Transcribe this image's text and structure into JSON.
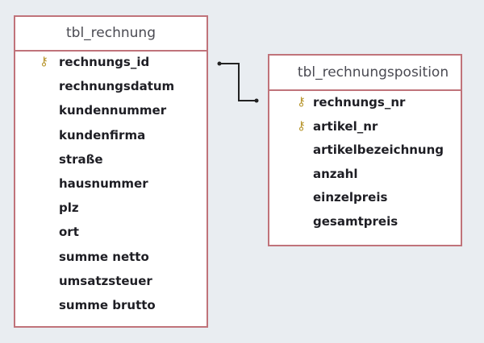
{
  "tables": [
    {
      "name": "tbl_rechnung",
      "fields": [
        {
          "name": "rechnungs_id",
          "key": true
        },
        {
          "name": "rechnungsdatum",
          "key": false
        },
        {
          "name": "kundennummer",
          "key": false
        },
        {
          "name": "kundenfirma",
          "key": false
        },
        {
          "name": "straße",
          "key": false
        },
        {
          "name": "hausnummer",
          "key": false
        },
        {
          "name": "plz",
          "key": false
        },
        {
          "name": "ort",
          "key": false
        },
        {
          "name": "summe netto",
          "key": false
        },
        {
          "name": "umsatzsteuer",
          "key": false
        },
        {
          "name": "summe brutto",
          "key": false
        }
      ]
    },
    {
      "name": "tbl_rechnungsposition",
      "fields": [
        {
          "name": "rechnungs_nr",
          "key": true
        },
        {
          "name": "artikel_nr",
          "key": true
        },
        {
          "name": "artikelbezeichnung",
          "key": false
        },
        {
          "name": "anzahl",
          "key": false
        },
        {
          "name": "einzelpreis",
          "key": false
        },
        {
          "name": "gesamtpreis",
          "key": false
        }
      ]
    }
  ],
  "relationship": {
    "from": "tbl_rechnung.rechnungs_id",
    "to": "tbl_rechnungsposition.rechnungs_nr"
  }
}
